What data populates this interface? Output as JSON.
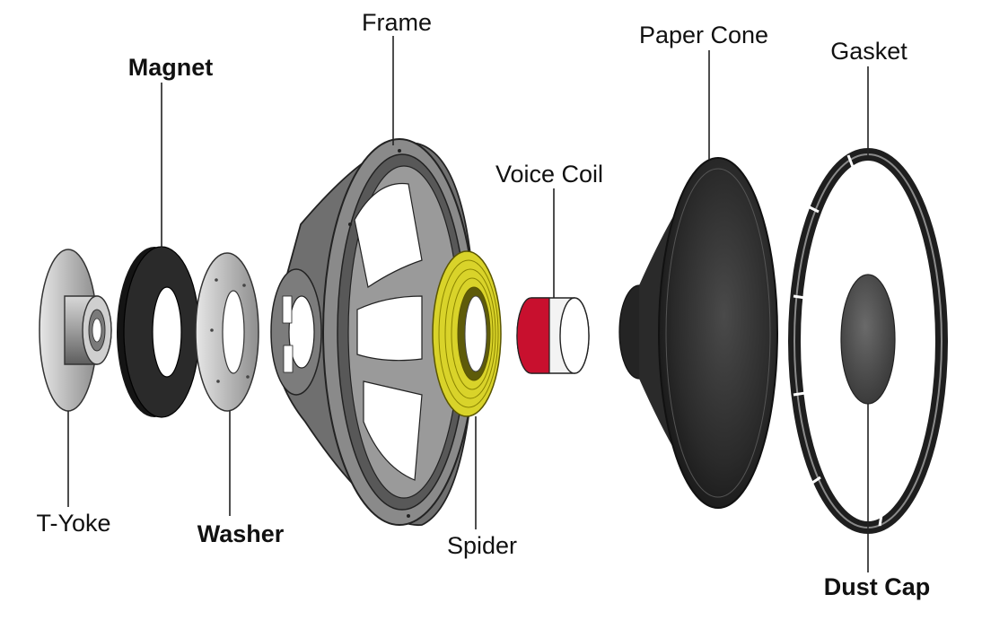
{
  "diagram": {
    "labels": {
      "t_yoke": "T-Yoke",
      "magnet": "Magnet",
      "washer": "Washer",
      "frame": "Frame",
      "spider": "Spider",
      "voice_coil": "Voice Coil",
      "paper_cone": "Paper Cone",
      "gasket": "Gasket",
      "dust_cap": "Dust Cap"
    },
    "colors": {
      "spider": "#d9d32a",
      "voice_coil_band": "#c8102e",
      "magnet": "#1a1a1a",
      "cone": "#2b2b2b",
      "metal": "#bdbdbd"
    }
  }
}
